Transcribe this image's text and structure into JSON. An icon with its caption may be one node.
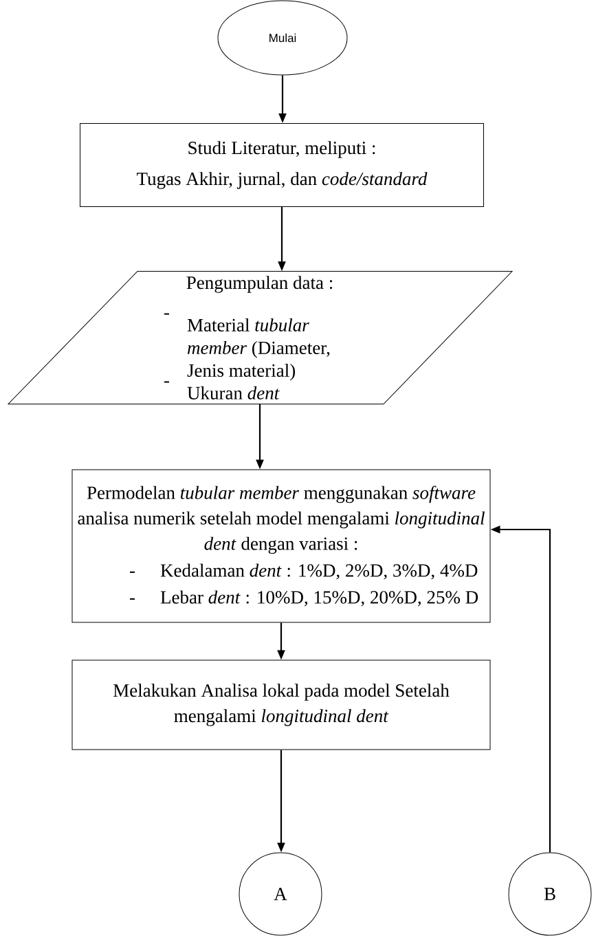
{
  "diagram": {
    "nodes": [
      {
        "text": [
          "Mulai"
        ]
      },
      {
        "text": [
          "Studi Literatur, meliputi :",
          "Tugas Akhir, jurnal, dan *code/standard*"
        ]
      },
      {
        "text": [
          "Pengumpulan data :",
          "Material *tubular member* (Diameter, Jenis material)",
          "Ukuran *dent*"
        ]
      },
      {
        "text": [
          "Permodelan *tubular member* menggunakan *software* analisa numerik setelah model mengalami *longitudinal dent* dengan variasi :",
          "Kedalaman *dent* : 1%D, 2%D, 3%D, 4%D",
          "Lebar *dent* : 10%D, 15%D, 20%D, 25% D"
        ]
      },
      {
        "text": [
          "Melakukan Analisa lokal pada model Setelah mengalami *longitudinal dent*"
        ]
      },
      {
        "text": [
          "A"
        ]
      },
      {
        "text": [
          "B"
        ]
      }
    ],
    "edges": [
      {
        "from": 0,
        "to": 1,
        "arrow": "to"
      },
      {
        "from": 1,
        "to": 2,
        "arrow": "to"
      },
      {
        "from": 2,
        "to": 3,
        "arrow": "to"
      },
      {
        "from": 3,
        "to": 4,
        "arrow": "to"
      },
      {
        "from": 4,
        "to": 5,
        "arrow": "to"
      },
      {
        "from": 6,
        "to": 3,
        "arrow": "to"
      }
    ],
    "labels": [
      "-",
      "-",
      "-",
      "-"
    ]
  }
}
